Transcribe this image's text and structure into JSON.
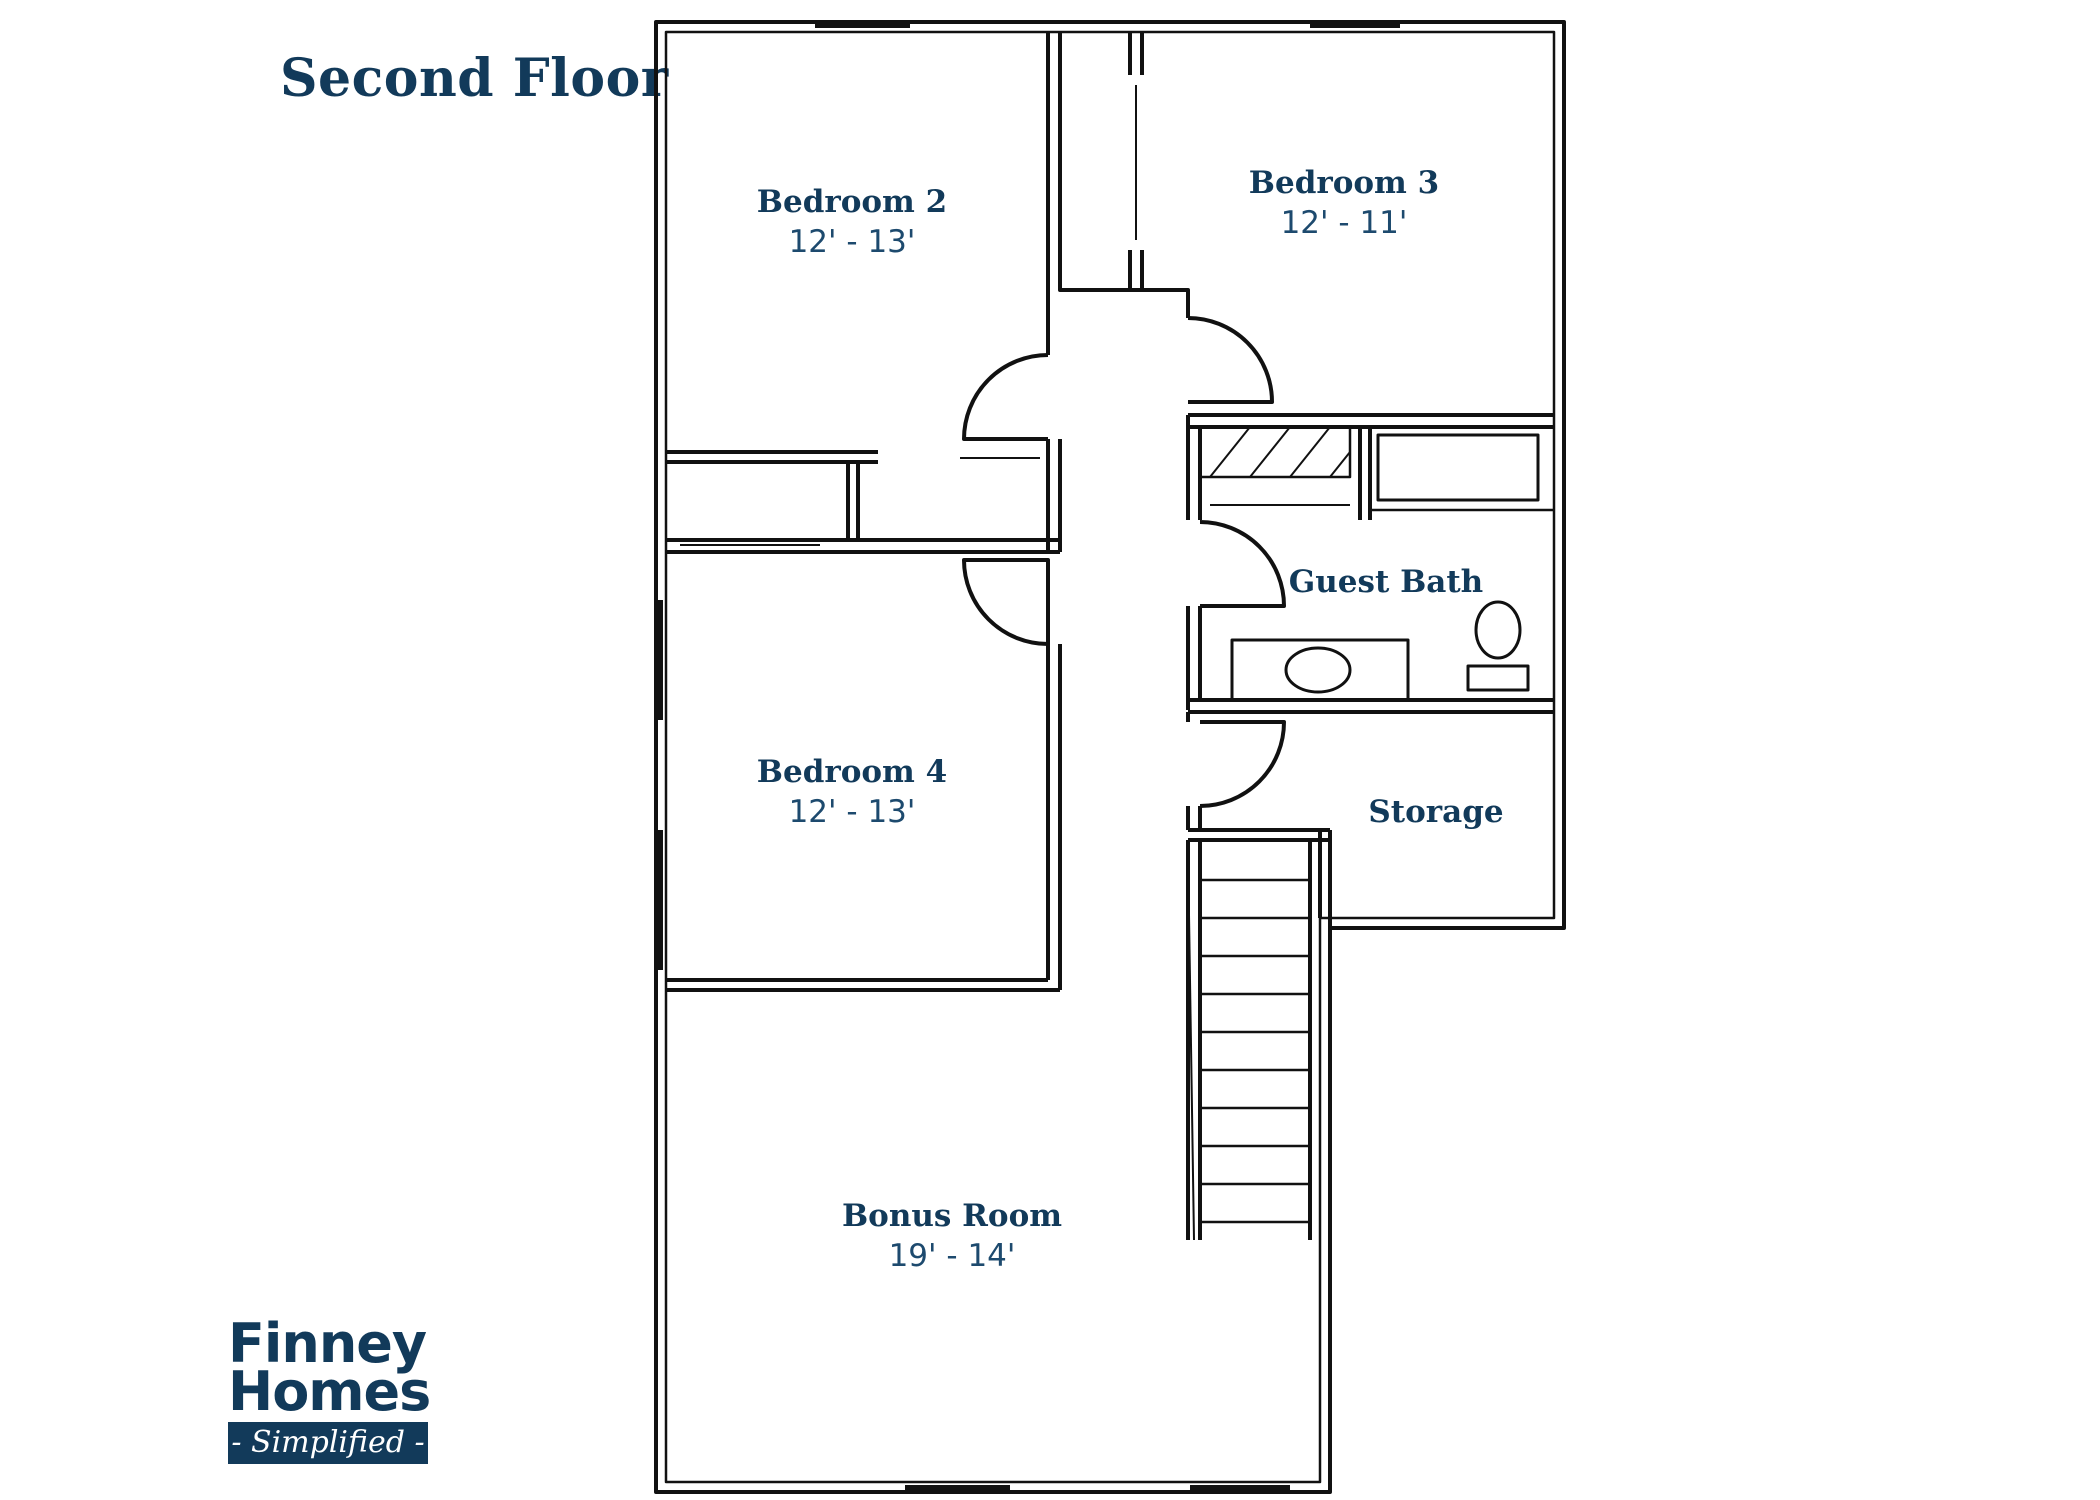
{
  "title": "Second Floor",
  "colors": {
    "brand": "#123a5a",
    "wall": "#111111",
    "background": "#ffffff"
  },
  "rooms": {
    "bedroom2": {
      "name": "Bedroom 2",
      "size": "12' - 13'"
    },
    "bedroom3": {
      "name": "Bedroom 3",
      "size": "12' - 11'"
    },
    "bedroom4": {
      "name": "Bedroom 4",
      "size": "12' - 13'"
    },
    "guest_bath": {
      "name": "Guest Bath"
    },
    "storage": {
      "name": "Storage"
    },
    "bonus_room": {
      "name": "Bonus Room",
      "size": "19' - 14'"
    }
  },
  "logo": {
    "line1": "Finney",
    "line2": "Homes",
    "tagline": "- Simplified -"
  }
}
